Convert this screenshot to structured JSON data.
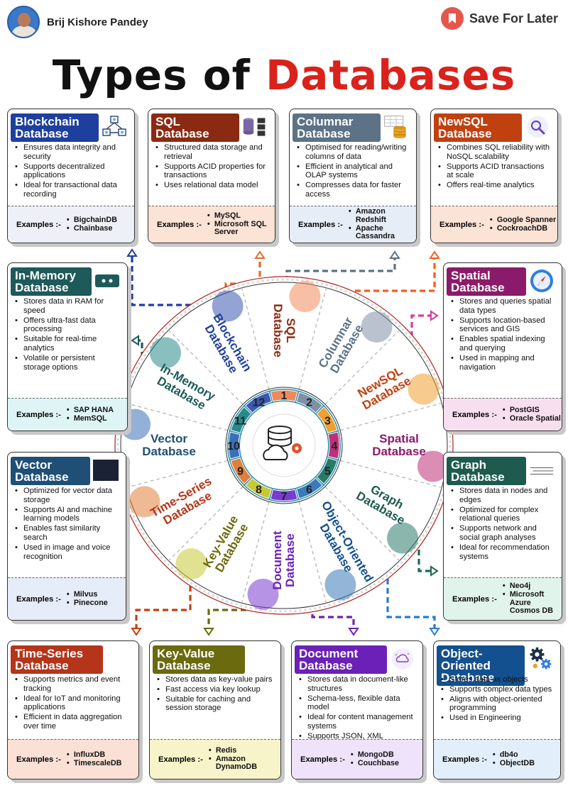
{
  "header": {
    "author": "Brij Kishore Pandey",
    "save_label": "Save For Later",
    "title_part1": "Types of ",
    "title_part2": "Databases"
  },
  "colors": {
    "title_accent": "#d9221b",
    "blockchain": "#1f3f9f",
    "sql": "#8b2a12",
    "columnar": "#5b7287",
    "newsql": "#c1400f",
    "spatial": "#8c1a6a",
    "graph": "#1e5a4e",
    "object": "#13508f",
    "document": "#6b21b8",
    "keyvalue": "#6a6a0f",
    "timeseries": "#b4351a",
    "vector": "#1f4f75",
    "inmemory": "#1e5a5a"
  },
  "wheel": {
    "center_icon": "database-cloud-gear-icon",
    "segments": [
      {
        "num": "1",
        "label": "SQL Database"
      },
      {
        "num": "2",
        "label": "Columnar Database"
      },
      {
        "num": "3",
        "label": "NewSQL Database"
      },
      {
        "num": "4",
        "label": "Spatial Database"
      },
      {
        "num": "5",
        "label": "Graph Database"
      },
      {
        "num": "6",
        "label": "Object-Oriented Database"
      },
      {
        "num": "7",
        "label": "Document Database"
      },
      {
        "num": "8",
        "label": "Key-Value Database"
      },
      {
        "num": "9",
        "label": "Time-Series Database"
      },
      {
        "num": "10",
        "label": "Vector Database"
      },
      {
        "num": "11",
        "label": "In-Memory Database"
      },
      {
        "num": "12",
        "label": "Blockchain Database"
      }
    ]
  },
  "cards": {
    "blockchain": {
      "title": "Blockchain Database",
      "icon": "blockchain-cubes-icon",
      "bullets": [
        "Ensures data integrity and security",
        "Supports decentralized applications",
        "Ideal for transactional data recording"
      ],
      "examples_label": "Examples :-",
      "examples": [
        "BigchainDB",
        "Chainbase"
      ]
    },
    "sql": {
      "title": "SQL Database",
      "icon": "database-server-icon",
      "bullets": [
        "Structured data storage and retrieval",
        "Supports ACID properties for transactions",
        "Uses relational data model"
      ],
      "examples_label": "Examples :-",
      "examples": [
        "MySQL",
        "Microsoft SQL Server"
      ]
    },
    "columnar": {
      "title": "Columnar Database",
      "icon": "table-database-icon",
      "bullets": [
        "Optimised for reading/writing columns of data",
        "Efficient in analytical and OLAP systems",
        "Compresses data for faster access"
      ],
      "examples_label": "Examples :-",
      "examples": [
        "Amazon Redshift",
        "Apache Cassandra"
      ]
    },
    "newsql": {
      "title": "NewSQL Database",
      "icon": "magnifier-icon",
      "bullets": [
        "Combines SQL reliability with NoSQL scalability",
        "Supports ACID transactions at scale",
        "Offers real-time analytics"
      ],
      "examples_label": "Examples :-",
      "examples": [
        "Google Spanner",
        "CockroachDB"
      ]
    },
    "inmemory": {
      "title": "In-Memory Database",
      "icon": "memory-module-icon",
      "bullets": [
        "Stores data in RAM for speed",
        "Offers ultra-fast data processing",
        "Suitable for real-time analytics",
        "Volatile or persistent storage options"
      ],
      "examples_label": "Examples :-",
      "examples": [
        "SAP HANA",
        "MemSQL"
      ]
    },
    "spatial": {
      "title": "Spatial Database",
      "icon": "compass-icon",
      "bullets": [
        "Stores and queries spatial data types",
        "Supports location-based services and GIS",
        "Enables spatial indexing and querying",
        "Used in mapping and navigation"
      ],
      "examples_label": "Examples :-",
      "examples": [
        "PostGIS",
        "Oracle Spatial"
      ]
    },
    "vector": {
      "title": "Vector Database",
      "icon": "vector-tile-icon",
      "bullets": [
        "Optimized for vector data storage",
        "Supports AI and machine learning models",
        "Enables fast similarity search",
        "Used in image and voice recognition"
      ],
      "examples_label": "Examples :-",
      "examples": [
        "Milvus",
        "Pinecone"
      ]
    },
    "graph": {
      "title": "Graph Database",
      "icon": "lines-icon",
      "bullets": [
        "Stores data in nodes and edges",
        "Optimized for complex relational queries",
        "Supports network and social graph analyses",
        "Ideal for recommendation systems"
      ],
      "examples_label": "Examples :-",
      "examples": [
        "Neo4j",
        "Microsoft Azure Cosmos DB"
      ]
    },
    "timeseries": {
      "title": "Time-Series Database",
      "icon": "",
      "bullets": [
        "Supports metrics and event tracking",
        "Ideal for IoT and monitoring applications",
        "Efficient in data aggregation over time"
      ],
      "examples_label": "Examples :-",
      "examples": [
        "InfluxDB",
        "TimescaleDB"
      ]
    },
    "keyvalue": {
      "title": "Key-Value Database",
      "icon": "",
      "bullets": [
        "Stores data as key-value pairs",
        "Fast access via key lookup",
        "Suitable for caching and session storage"
      ],
      "examples_label": "Examples :-",
      "examples": [
        "Redis",
        "Amazon DynamoDB"
      ]
    },
    "document": {
      "title": "Document Database",
      "icon": "document-cloud-icon",
      "bullets": [
        "Stores data in document-like structures",
        "Schema-less, flexible data model",
        "Ideal for content management systems",
        "Supports JSON, XML"
      ],
      "examples_label": "Examples :-",
      "examples": [
        "MongoDB",
        "Couchbase"
      ]
    },
    "object": {
      "title": "Object-Oriented Database",
      "icon": "gears-icon",
      "bullets": [
        "Stores data as objects",
        "Supports complex data types",
        "Aligns with object-oriented programming",
        "Used in Engineering"
      ],
      "examples_label": "Examples :-",
      "examples": [
        "db4o",
        "ObjectDB"
      ]
    }
  }
}
